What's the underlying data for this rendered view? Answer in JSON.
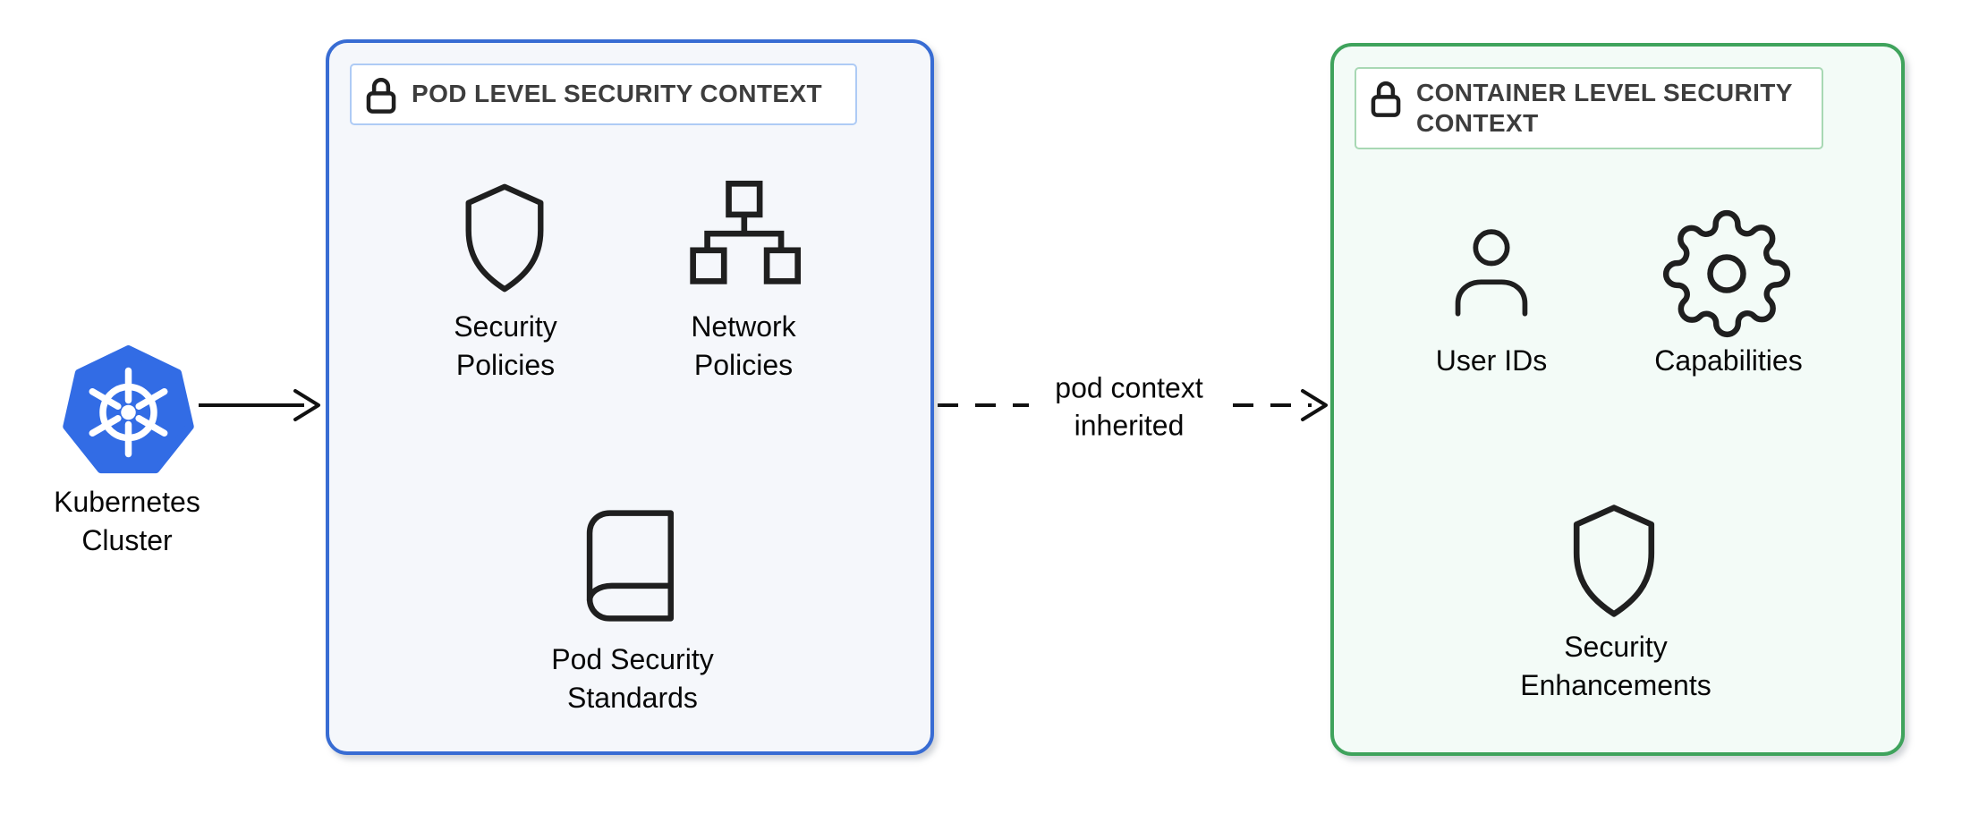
{
  "colors": {
    "k8s-blue": "#326CE5",
    "pod-border": "#386CD3",
    "pod-bg": "#F5F7FB",
    "pod-title-border": "#AECBF5",
    "container-border": "#3FA35C",
    "container-bg": "#F3FBF7",
    "container-title-border": "#A8D8B4",
    "line-color": "#111111",
    "icon-stroke": "#1F1F1F"
  },
  "cluster": {
    "icon": "kubernetes-logo",
    "label": "Kubernetes\nCluster"
  },
  "arrows": {
    "cluster_to_pod": {
      "style": "solid",
      "label": ""
    },
    "pod_to_container": {
      "style": "dashed",
      "label": "pod context\ninherited"
    }
  },
  "pod_box": {
    "title_icon": "lock-icon",
    "title": "POD LEVEL SECURITY CONTEXT",
    "items": [
      {
        "icon": "shield-icon",
        "label": "Security\nPolicies"
      },
      {
        "icon": "network-icon",
        "label": "Network\nPolicies"
      },
      {
        "icon": "book-icon",
        "label": "Pod Security\nStandards"
      }
    ]
  },
  "container_box": {
    "title_icon": "lock-icon",
    "title": "CONTAINER LEVEL SECURITY CONTEXT",
    "items": [
      {
        "icon": "user-icon",
        "label": "User IDs"
      },
      {
        "icon": "gear-icon",
        "label": "Capabilities"
      },
      {
        "icon": "shield-icon",
        "label": "Security\nEnhancements"
      }
    ]
  }
}
